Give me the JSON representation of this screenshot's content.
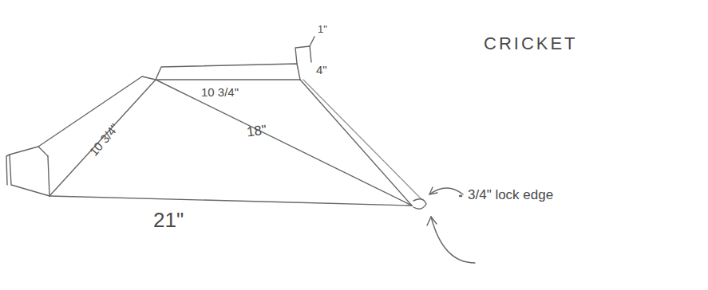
{
  "diagram": {
    "title": "CRICKET",
    "labels": [
      "1\"",
      "4\"",
      "10 3/4\"",
      "10 3/4\"",
      "18\"",
      "21\"",
      "3/4\" lock edge"
    ]
  }
}
